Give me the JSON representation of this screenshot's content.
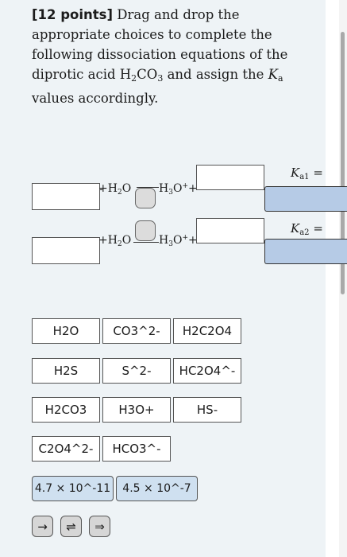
{
  "question": {
    "points": "[12 points]",
    "text_1": " Drag and drop the appropriate choices to complete the following dissociation equations of the diprotic acid ",
    "acid_main": "H",
    "acid_sub1": "2",
    "acid_mid": "CO",
    "acid_sub2": "3",
    "text_2": " and assign the ",
    "ka_symbol": "K",
    "ka_sub": "a",
    "text_3": " values accordingly."
  },
  "equations": [
    {
      "water": "+H",
      "water_sub": "2",
      "water_end": "O",
      "ion": "H",
      "ion_sub": "3",
      "ion_mid": "O",
      "ion_sup": "+",
      "ion_end": "+"
    },
    {
      "water": "+H",
      "water_sub": "2",
      "water_end": "O",
      "ion": "H",
      "ion_sub": "3",
      "ion_mid": "O",
      "ion_sup": "+",
      "ion_end": "+"
    }
  ],
  "ka_labels": [
    {
      "k": "K",
      "sub": "a1",
      "eq": " ="
    },
    {
      "k": "K",
      "sub": "a2",
      "eq": " ="
    }
  ],
  "choices": [
    [
      "H2O",
      "CO3^2-",
      "H2C2O4"
    ],
    [
      "H2S",
      "S^2-",
      "HC2O4^-"
    ],
    [
      "H2CO3",
      "H3O+",
      "HS-"
    ],
    [
      "C2O4^2-",
      "HCO3^-"
    ]
  ],
  "ka_choices": [
    "4.7 × 10^-11",
    "4.5 × 10^-7"
  ],
  "arrow_choices": [
    "→",
    "⇌",
    "⇒"
  ],
  "colors": {
    "ka_box": "#b6cbe6",
    "ka_chip": "#cfe0f0",
    "panel": "#eef3f6"
  }
}
